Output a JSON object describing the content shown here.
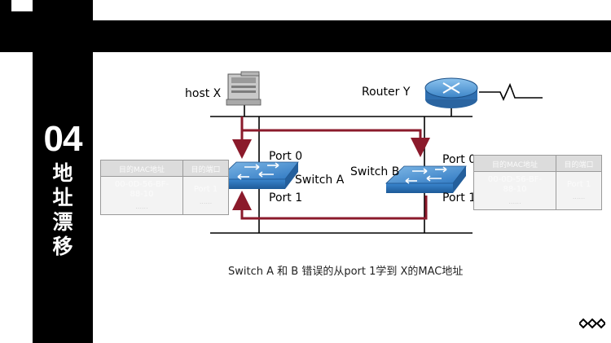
{
  "slide": {
    "section_number": "04",
    "section_title_chars": [
      "地",
      "址",
      "漂",
      "移"
    ]
  },
  "diagram": {
    "host_label": "host X",
    "router_label": "Router Y",
    "switch_a_label": "Switch A",
    "switch_b_label": "Switch B",
    "switch_a_port0": "Port 0",
    "switch_a_port1": "Port 1",
    "switch_b_port0": "Port 0",
    "switch_b_port1": "Port 1",
    "caption": "Switch A 和 B 错误的从port 1学到 X的MAC地址",
    "frame_path_color": "#8b1a2b"
  },
  "mac_table_a": {
    "headers": [
      "目的MAC地址",
      "目的端口"
    ],
    "mac": "00-0D-56-BF-88-10",
    "port": "Port 1",
    "dots": "......"
  },
  "mac_table_b": {
    "headers": [
      "目的MAC地址",
      "目的端口"
    ],
    "mac": "00-0D-56-BF-88-10",
    "port": "Port 1",
    "dots": "......"
  },
  "icons": {
    "host": "desktop-computer-icon",
    "router": "router-icon",
    "switch": "switch-icon",
    "more": "diamonds-icon"
  }
}
